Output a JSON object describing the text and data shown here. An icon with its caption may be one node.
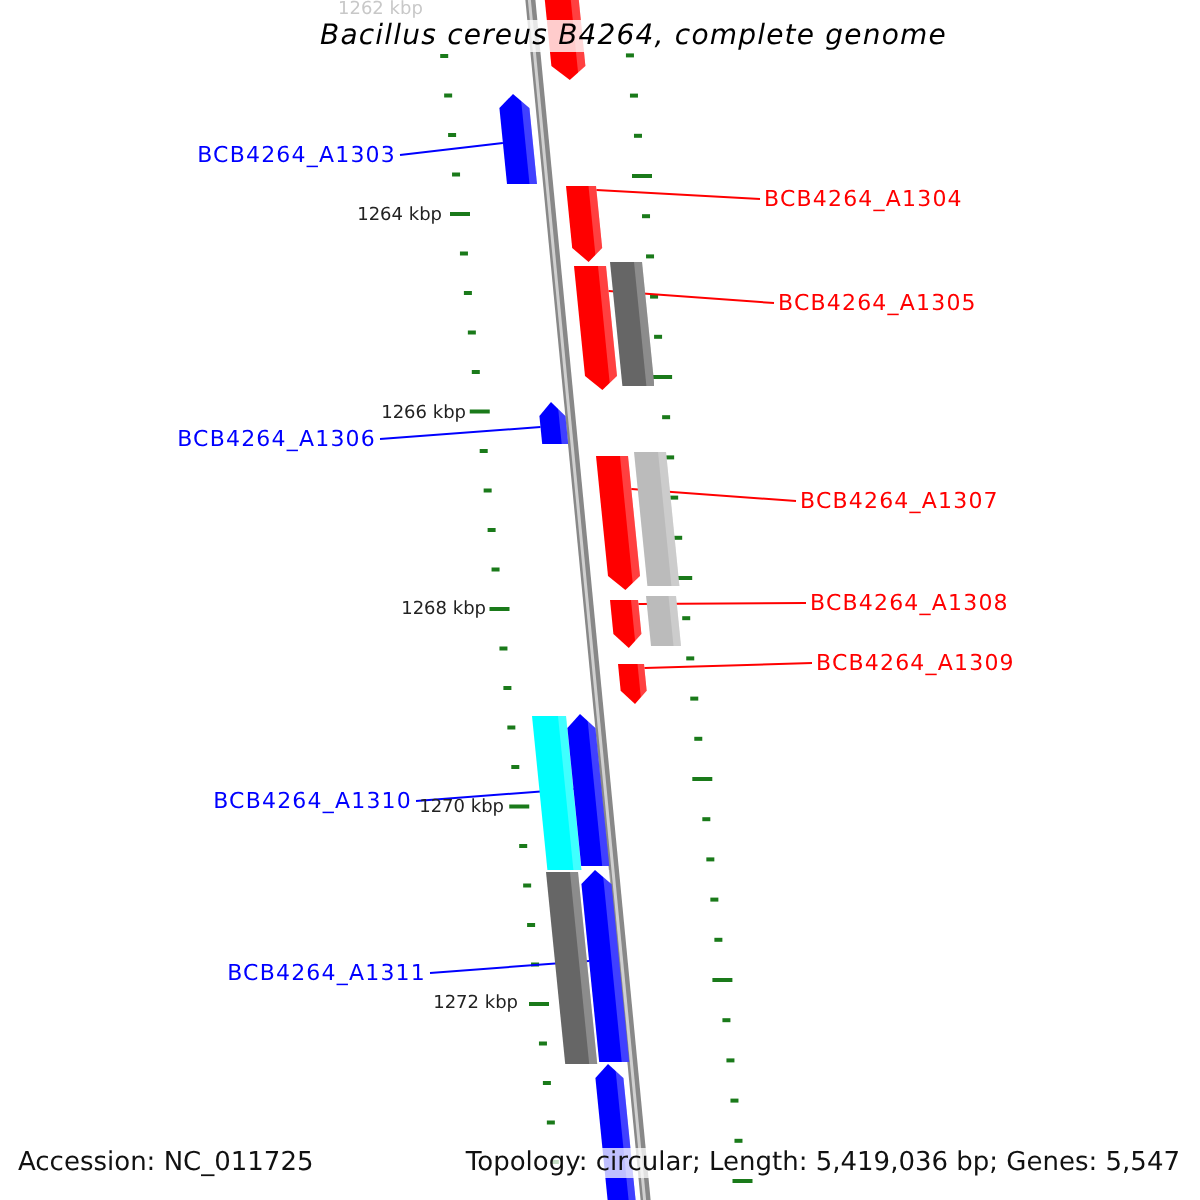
{
  "diagram": {
    "title": "Bacillus cereus B4264, complete genome",
    "nodes": [
      {
        "text": [],
        "shape": "pentagon"
      },
      {
        "text": [
          "BCB4264_A1303"
        ]
      },
      {
        "text": [],
        "shape": "pentagon"
      },
      {
        "text": [
          "BCB4264_A1304"
        ]
      },
      {
        "text": [],
        "shape": "pentagon"
      },
      {
        "text": [
          "BCB4264_A1305"
        ]
      },
      {
        "text": [],
        "shape": "pentagon"
      },
      {
        "text": [],
        "shape": "bar"
      },
      {
        "text": [
          "BCB4264_A1306"
        ]
      },
      {
        "text": [],
        "shape": "pentagon"
      },
      {
        "text": [
          "BCB4264_A1307"
        ]
      },
      {
        "text": [],
        "shape": "pentagon"
      },
      {
        "text": [],
        "shape": "bar"
      },
      {
        "text": [
          "BCB4264_A1308"
        ]
      },
      {
        "text": [],
        "shape": "pentagon"
      },
      {
        "text": [],
        "shape": "bar"
      },
      {
        "text": [
          "BCB4264_A1309"
        ]
      },
      {
        "text": [],
        "shape": "pentagon"
      },
      {
        "text": [
          "BCB4264_A1310"
        ]
      },
      {
        "text": [],
        "shape": "bar"
      },
      {
        "text": [],
        "shape": "pentagon"
      },
      {
        "text": [
          "BCB4264_A1311"
        ]
      },
      {
        "text": [],
        "shape": "bar"
      },
      {
        "text": [],
        "shape": "pentagon"
      },
      {
        "text": [],
        "shape": "pentagon"
      }
    ],
    "edges": [
      {
        "from": 1,
        "to": 2,
        "arrow": "none",
        "color": "#0000ff"
      },
      {
        "from": 3,
        "to": 4,
        "arrow": "none"
      },
      {
        "from": 5,
        "to": 6,
        "arrow": "none"
      },
      {
        "from": 8,
        "to": 9,
        "arrow": "none",
        "color": "#0000ff"
      },
      {
        "from": 10,
        "to": 11,
        "arrow": "none"
      },
      {
        "from": 13,
        "to": 14,
        "arrow": "none"
      },
      {
        "from": 16,
        "to": 17,
        "arrow": "none"
      },
      {
        "from": 18,
        "to": 20,
        "arrow": "none",
        "color": "#0000ff"
      },
      {
        "from": 21,
        "to": 23,
        "arrow": "none",
        "color": "#0000ff"
      }
    ],
    "labels": [
      "1262 kbp",
      "1264 kbp",
      "1266 kbp",
      "1268 kbp",
      "1270 kbp",
      "1272 kbp",
      "Accession: NC_011725",
      "Topology: circular; Length: 5,419,036 bp; Genes: 5,547"
    ]
  }
}
